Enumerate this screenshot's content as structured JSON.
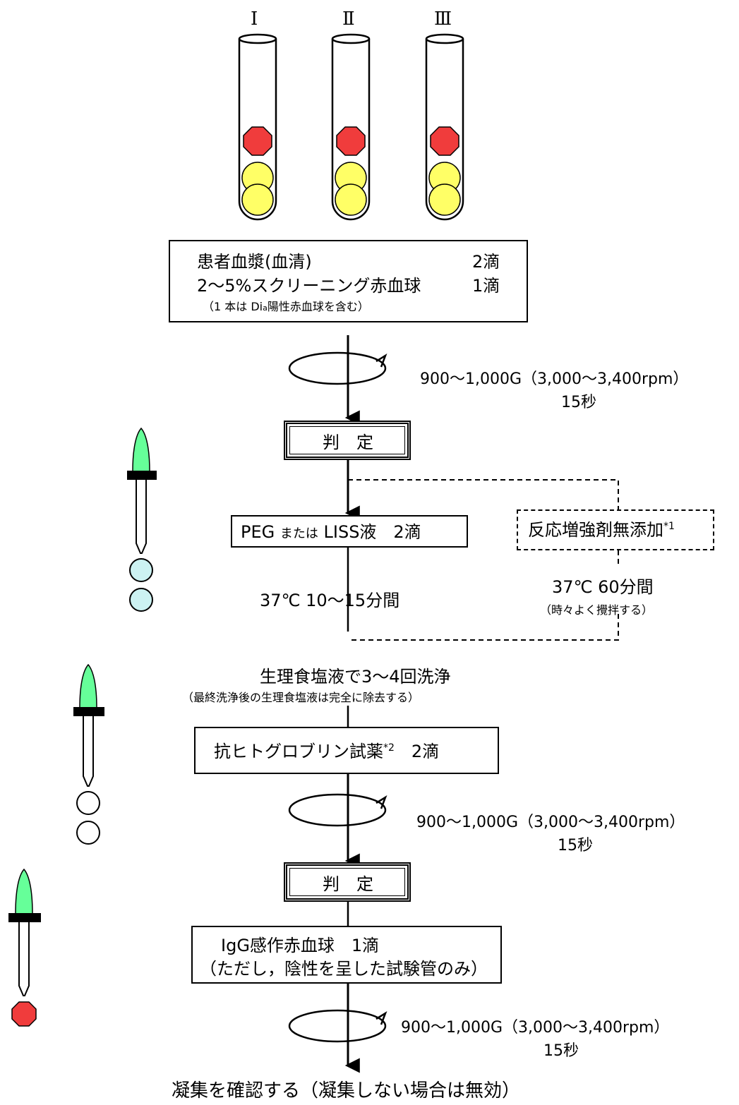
{
  "tubes": {
    "labels": [
      "Ⅰ",
      "Ⅱ",
      "Ⅲ"
    ]
  },
  "step1": {
    "line1_text": "患者血漿(血清)",
    "line1_drops": "2滴",
    "line2_text": "2～5%スクリーニング赤血球",
    "line2_drops": "1滴",
    "note_pre": "（1 本は Di",
    "note_sup": "a",
    "note_post": "陽性赤血球を含む）"
  },
  "centrifuge": {
    "speed": "900～1,000G（3,000～3,400rpm）",
    "time": "15秒"
  },
  "judge": {
    "label": "判　定"
  },
  "step2": {
    "peg_text_a": "PEG ",
    "peg_text_small": "または",
    "peg_text_b": " LISS液　2滴",
    "incubation_main": "37℃ 10～15分間",
    "alt_box_text": "反応増強剤無添加",
    "alt_box_sup": "*1",
    "alt_incubation": "37℃ 60分間",
    "alt_note": "（時々よく攪拌する）"
  },
  "wash": {
    "main": "生理食塩液で3～4回洗浄",
    "note": "（最終洗浄後の生理食塩液は完全に除去する）"
  },
  "step3": {
    "text": "抗ヒトグロブリン試薬",
    "sup": "*2",
    "drops": "　2滴"
  },
  "step4": {
    "line1": "IgG感作赤血球　1滴",
    "line2": "（ただし，陰性を呈した試験管のみ）"
  },
  "final": {
    "text": "凝集を確認する（凝集しない場合は無効）"
  },
  "colors": {
    "red_cell": "#f03c3c",
    "yellow_cell": "#ffff66",
    "dropper_tip": "#66ff99",
    "reagent_drop": "#ccf2f2",
    "black": "#000000"
  },
  "icons": {
    "tube": "test-tube-icon",
    "dropper": "dropper-icon",
    "centrifuge": "centrifuge-rotation-icon"
  }
}
